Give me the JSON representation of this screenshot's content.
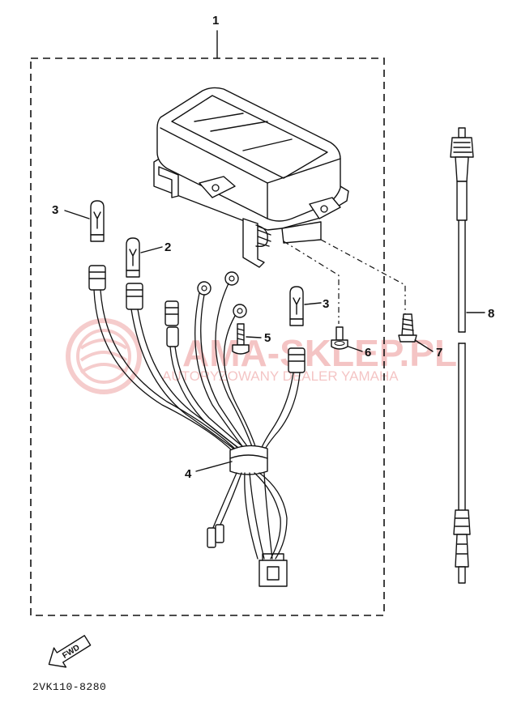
{
  "callouts": {
    "c1": "1",
    "c2": "2",
    "c3a": "3",
    "c3b": "3",
    "c4": "4",
    "c5": "5",
    "c6": "6",
    "c7": "7",
    "c8": "8"
  },
  "fwd_label": "FWD",
  "part_code": "2VK110-8280",
  "watermark": {
    "main": "AMA-SKLEP.PL",
    "sub": "AUTORYZOWANY DEALER YAMAHA"
  },
  "colors": {
    "line": "#111111",
    "watermark": "#e05a5a"
  }
}
